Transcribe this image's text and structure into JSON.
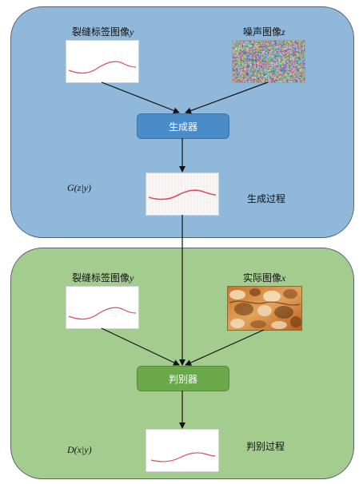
{
  "generator_panel": {
    "label_y": "裂缝标签图像",
    "label_y_var": "y",
    "label_z": "噪声图像",
    "label_z_var": "z",
    "node": "生成器",
    "output_math": "G(z|y)",
    "process": "生成过程"
  },
  "discriminator_panel": {
    "label_y": "裂缝标签图像",
    "label_y_var": "y",
    "label_x": "实际图像",
    "label_x_var": "x",
    "node": "判别器",
    "output_math": "D(x|y)",
    "process": "判别过程"
  },
  "colors": {
    "generator_panel_bg": "#8fb8db",
    "discriminator_panel_bg": "#a4cc8f",
    "generator_node": "#4a8cc8",
    "discriminator_node": "#6ba84a",
    "crack_curve": "#d9505a"
  }
}
